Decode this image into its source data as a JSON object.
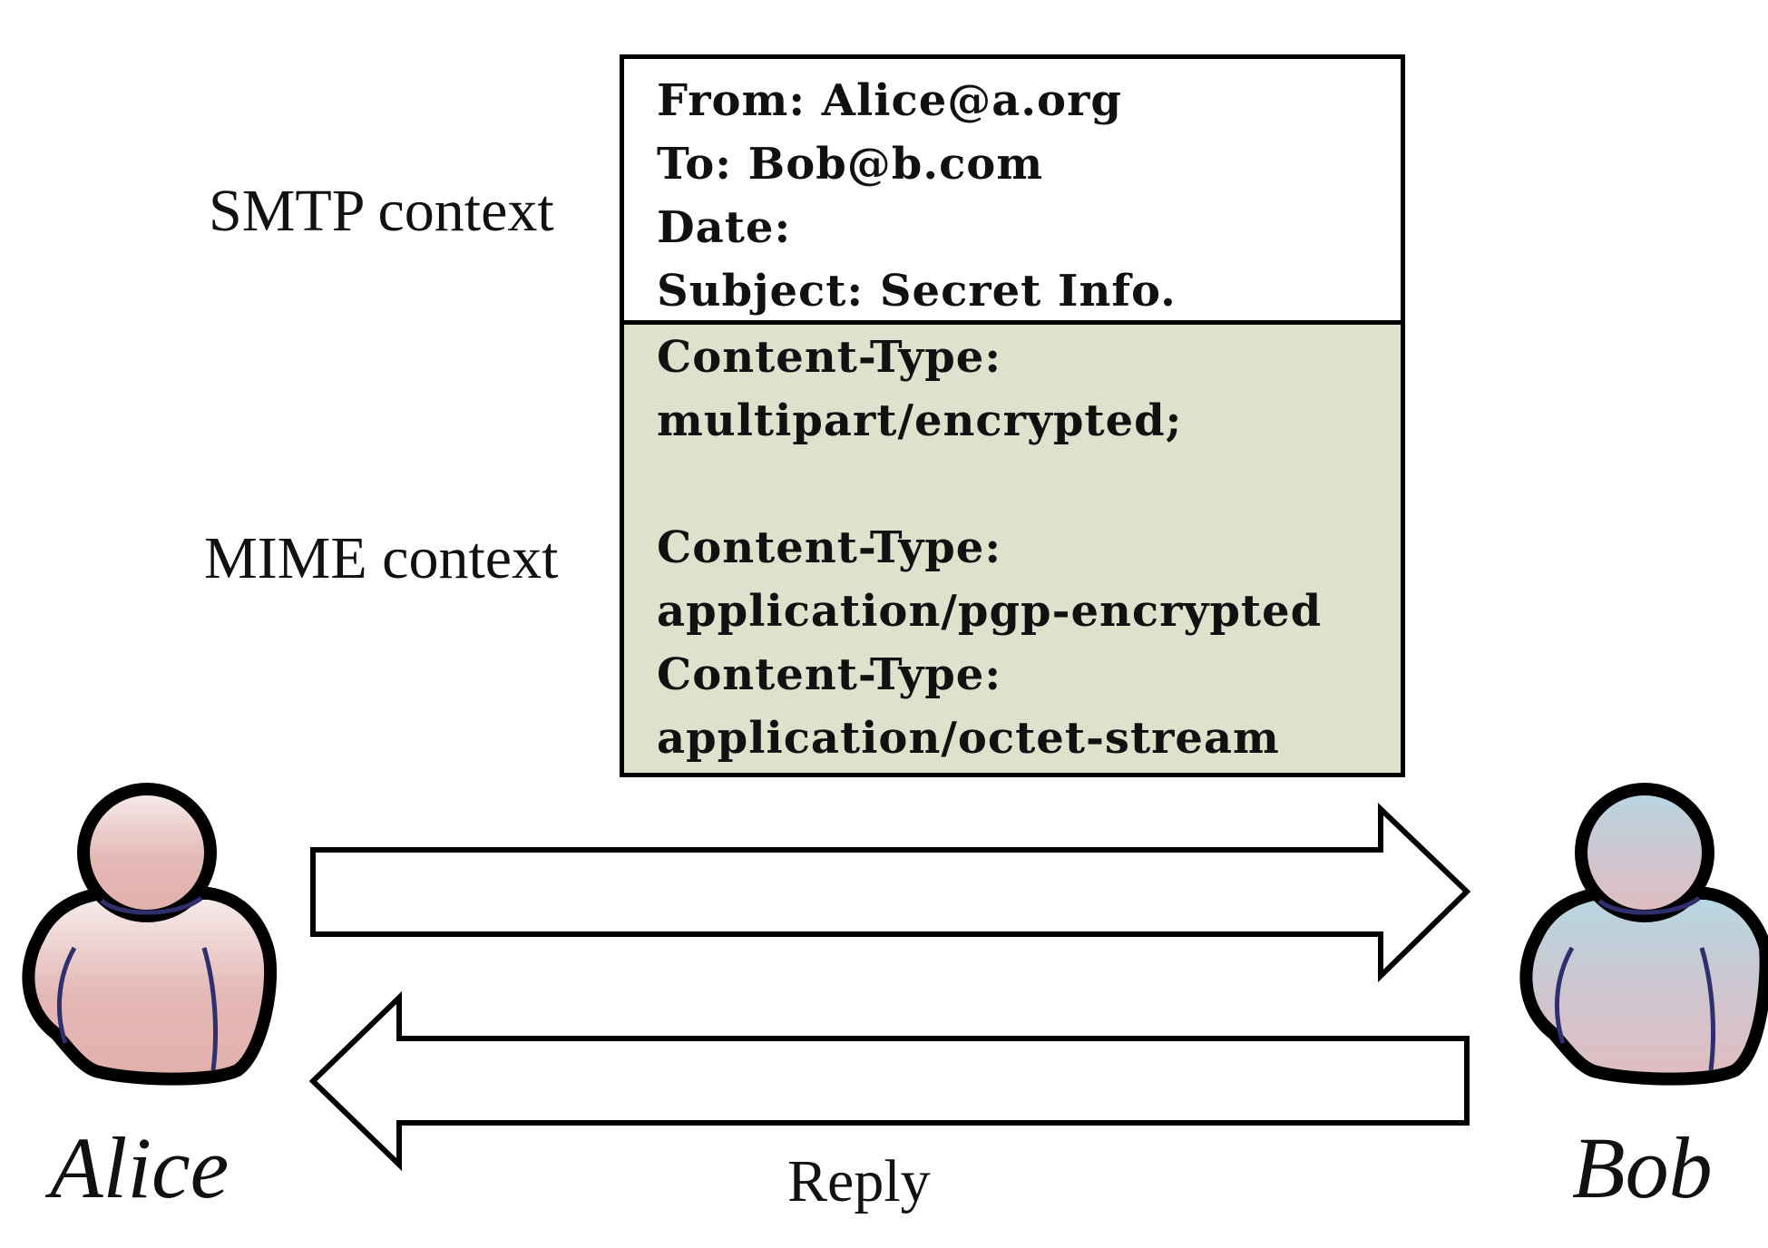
{
  "labels": {
    "smtp_context": "SMTP context",
    "mime_context": "MIME context",
    "reply": "Reply"
  },
  "people": {
    "alice": "Alice",
    "bob": "Bob"
  },
  "message": {
    "smtp_headers": [
      "From: Alice@a.org",
      "To: Bob@b.com",
      "Date:",
      "Subject: Secret Info."
    ],
    "mime_headers": [
      "Content-Type:",
      "multipart/encrypted;",
      "Content-Type:",
      "application/pgp-encrypted",
      "Content-Type:",
      "application/octet-stream"
    ]
  },
  "colors": {
    "mime_background": "#dde2cc",
    "alice_head_top": "#f4e8e8",
    "alice_body": "#e2b3b0",
    "bob_head_top": "#b9d8e2",
    "bob_body": "#dbc0c4",
    "outline": "#000000",
    "arm_lines": "#2f2f6e"
  },
  "icons": {
    "alice": "user-icon",
    "bob": "user-icon",
    "send_arrow": "arrow-right-icon",
    "reply_arrow": "arrow-left-icon"
  }
}
